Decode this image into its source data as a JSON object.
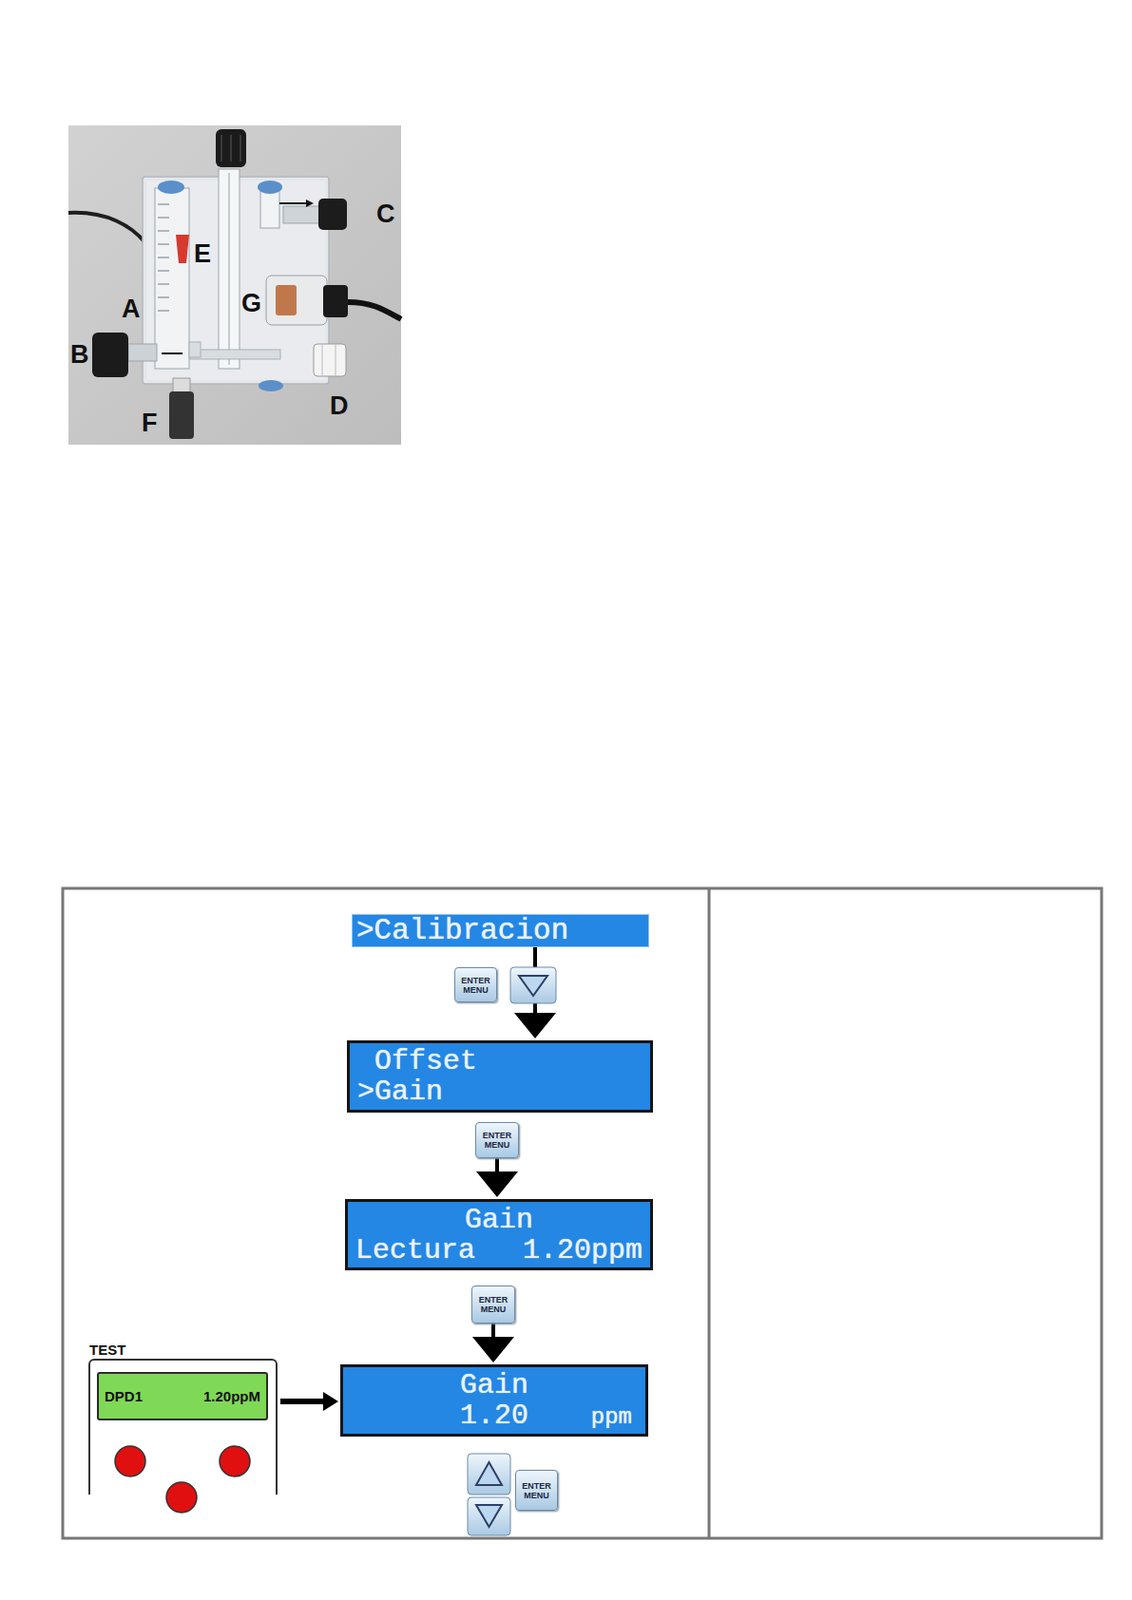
{
  "diagram": {
    "nodes": [
      {
        "text": [
          ">Calibracion"
        ]
      },
      {
        "text": [
          "ENTER MENU"
        ]
      },
      {
        "text": [
          "Offset",
          ">Gain"
        ]
      },
      {
        "text": [
          "ENTER MENU"
        ]
      },
      {
        "text": [
          "Gain",
          "Lectura 1.20ppm"
        ]
      },
      {
        "text": [
          "ENTER MENU"
        ]
      },
      {
        "text": [
          "TEST"
        ]
      },
      {
        "text": [
          "DPD1",
          "1.20ppM"
        ],
        "in": 6
      },
      {
        "text": [
          "Gain",
          "1.20",
          "ppm"
        ]
      },
      {
        "text": [
          "ENTER MENU"
        ]
      }
    ],
    "edges": [
      {
        "from": 0,
        "to": 2,
        "arrow": "to"
      },
      {
        "from": 3,
        "to": 4,
        "arrow": "to"
      },
      {
        "from": 5,
        "to": 8,
        "arrow": "to"
      },
      {
        "from": 6,
        "to": 8,
        "arrow": "to"
      }
    ],
    "labels": [
      "A",
      "B",
      "C",
      "D",
      "E",
      "F",
      "G"
    ]
  }
}
